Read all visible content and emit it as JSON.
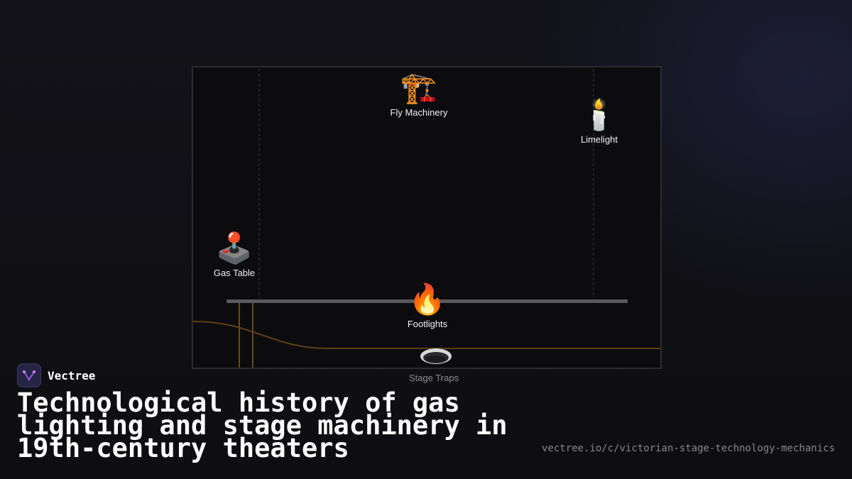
{
  "brand": {
    "name": "Vectree",
    "logo_icon": "vectree-logo-icon",
    "logo_color": "#a25be6"
  },
  "title": "Technological history of gas lighting and stage machinery in 19th-century theaters",
  "url": "vectree.io/c/victorian-stage-technology-mechanics",
  "diagram": {
    "items": [
      {
        "id": "fly",
        "emoji": "🏗️",
        "icon": "construction-crane-icon",
        "label": "Fly Machinery"
      },
      {
        "id": "lime",
        "emoji": "🕯️",
        "icon": "candle-icon",
        "label": "Limelight"
      },
      {
        "id": "gas",
        "emoji": "🕹️",
        "icon": "joystick-icon",
        "label": "Gas Table"
      },
      {
        "id": "foot",
        "emoji": "🔥",
        "icon": "fire-icon",
        "label": "Footlights"
      }
    ],
    "traps": {
      "icon": "hole-icon",
      "label": "Stage Traps"
    },
    "colors": {
      "frame": "#2b2b31",
      "stage_floor": "#5a5a5e",
      "gas_pipe": "#6b4a1c",
      "guide_lines": "#3a3a40"
    }
  }
}
